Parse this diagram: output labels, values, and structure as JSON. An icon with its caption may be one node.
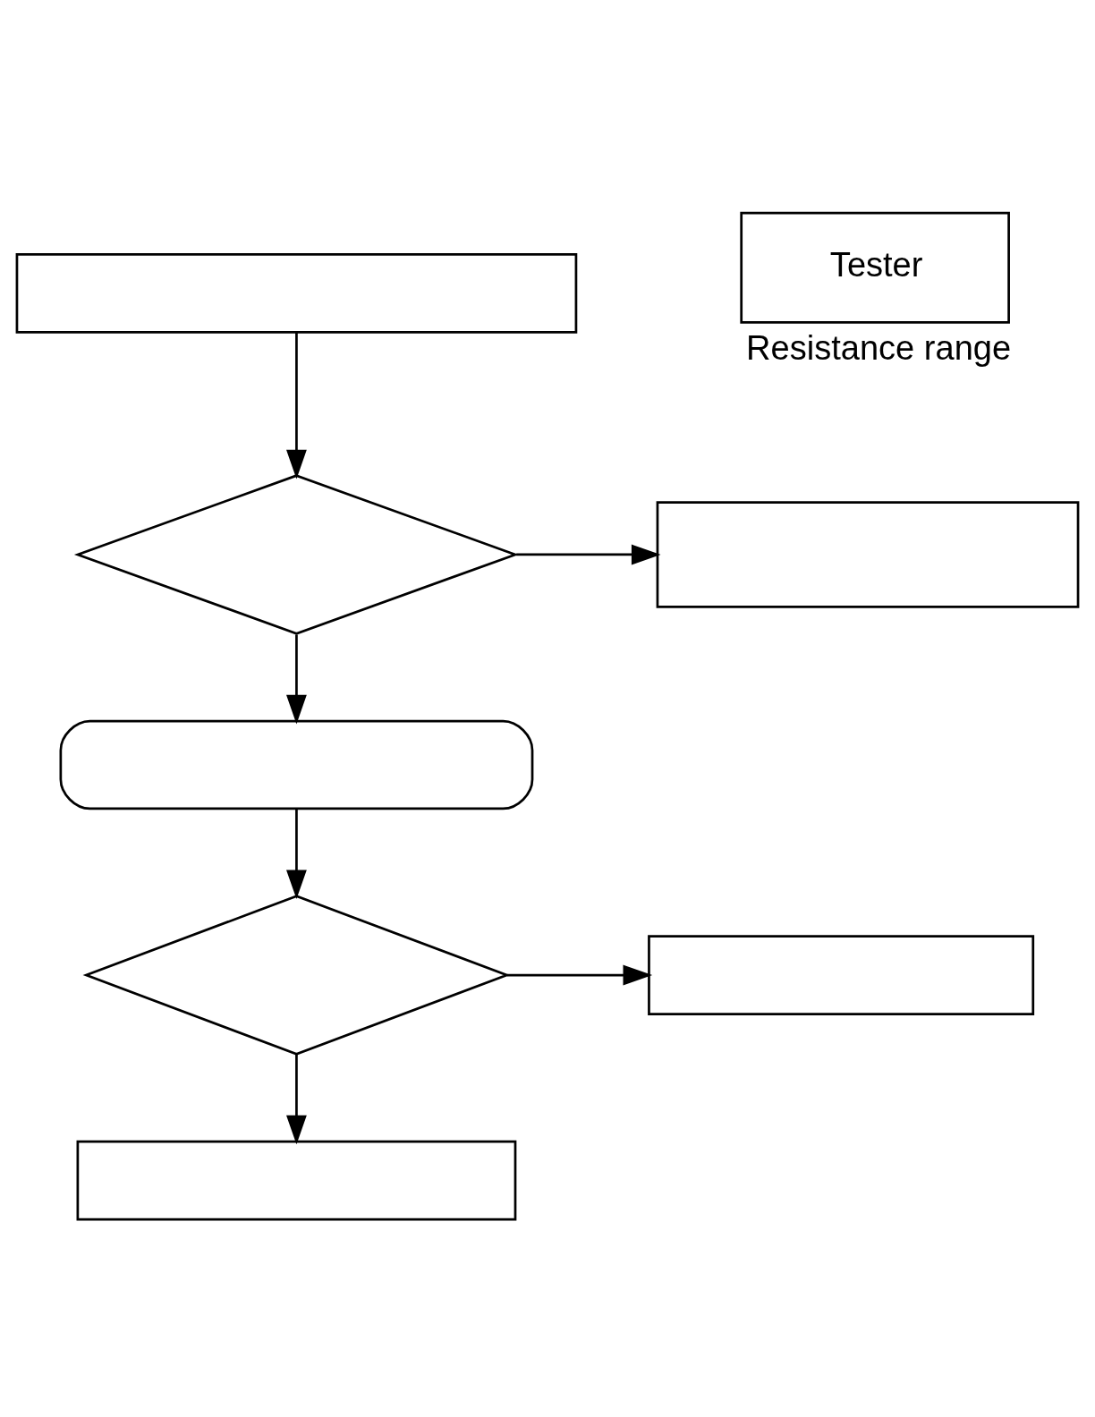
{
  "diagram": {
    "nodes": [
      {
        "text": [],
        "shape": "box"
      },
      {
        "text": [],
        "shape": "diamond"
      },
      {
        "text": [],
        "shape": "box"
      },
      {
        "text": [],
        "shape": "box"
      },
      {
        "text": [],
        "shape": "diamond"
      },
      {
        "text": [],
        "shape": "box"
      },
      {
        "text": [],
        "shape": "box"
      },
      {
        "text": [
          "Tester"
        ],
        "beside": [
          "Resistance range"
        ]
      }
    ],
    "edges": [
      {
        "from": 0,
        "to": 1,
        "arrow": "to"
      },
      {
        "from": 1,
        "to": 2,
        "arrow": "to"
      },
      {
        "from": 1,
        "to": 3,
        "arrow": "to"
      },
      {
        "from": 3,
        "to": 4,
        "arrow": "to"
      },
      {
        "from": 4,
        "to": 5,
        "arrow": "to"
      },
      {
        "from": 4,
        "to": 6,
        "arrow": "to"
      }
    ]
  }
}
